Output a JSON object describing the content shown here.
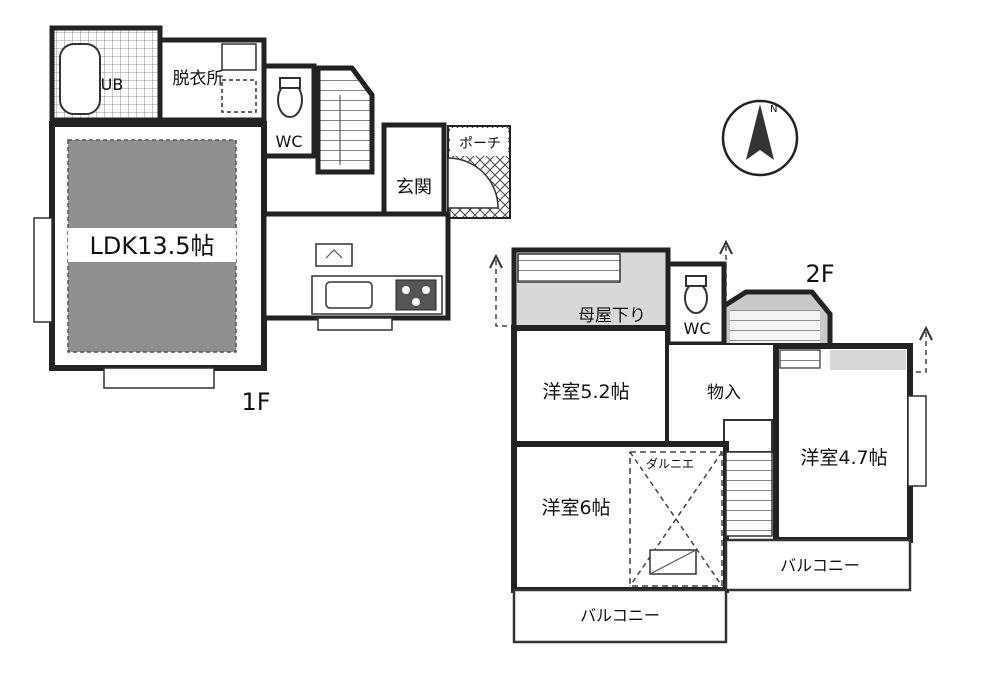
{
  "floor1": {
    "label": "1F",
    "rooms": {
      "ub": "UB",
      "dressing": "脱衣所",
      "wc": "WC",
      "entrance": "玄関",
      "porch": "ポーチ",
      "ldk": "LDK13.5帖"
    }
  },
  "floor2": {
    "label": "2F",
    "rooms": {
      "loft_down": "母屋下り",
      "wc": "WC",
      "western1": "洋室5.2帖",
      "storage": "物入",
      "western2": "洋室4.7帖",
      "western3": "洋室6帖",
      "void": "ダルニエ",
      "balcony_right": "バルコニー",
      "balcony_bottom": "バルコニー"
    }
  },
  "compass": {
    "label": "N"
  },
  "colors": {
    "wall": "#222222",
    "shade": "#8f8f8f",
    "light_shade": "#d8d8d8",
    "hatch": "#555555"
  }
}
